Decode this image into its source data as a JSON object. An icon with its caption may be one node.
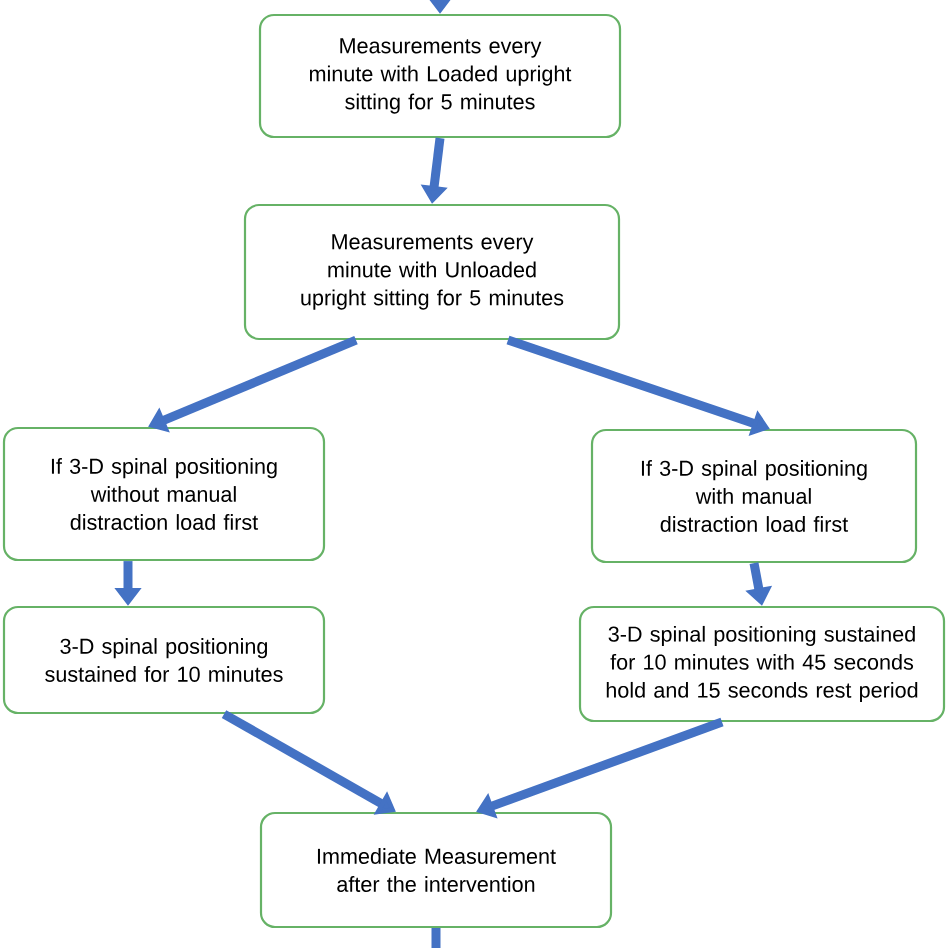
{
  "diagram": {
    "nodes": [
      {
        "text": [
          "Measurements every minute with Loaded upright sitting for 5 minutes"
        ]
      },
      {
        "text": [
          "Measurements every minute with Unloaded upright sitting for 5 minutes"
        ]
      },
      {
        "text": [
          "If 3-D spinal positioning without manual distraction load first"
        ]
      },
      {
        "text": [
          "If 3-D spinal positioning with manual distraction load first"
        ]
      },
      {
        "text": [
          "3-D spinal positioning sustained for 10 minutes"
        ]
      },
      {
        "text": [
          "3-D spinal positioning sustained for 10 minutes with 45 seconds hold and 15 seconds rest period"
        ]
      },
      {
        "text": [
          "Immediate Measurement after the intervention"
        ]
      }
    ],
    "edges": [
      {
        "from": null,
        "to": 0,
        "arrow": "to"
      },
      {
        "from": 0,
        "to": 1,
        "arrow": "to"
      },
      {
        "from": 1,
        "to": 2,
        "arrow": "to"
      },
      {
        "from": 1,
        "to": 3,
        "arrow": "to"
      },
      {
        "from": 2,
        "to": 4,
        "arrow": "to"
      },
      {
        "from": 3,
        "to": 5,
        "arrow": "to"
      },
      {
        "from": 4,
        "to": 6,
        "arrow": "to"
      },
      {
        "from": 5,
        "to": 6,
        "arrow": "to"
      },
      {
        "from": 6,
        "to": null,
        "arrow": "none"
      }
    ]
  }
}
